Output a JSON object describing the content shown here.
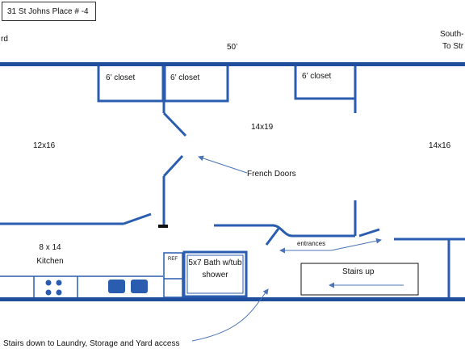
{
  "title": "31 St Johns Place # -4",
  "top_left_fragment": "rd",
  "top_right_fragment_1": "South-",
  "top_right_fragment_2": "To Str",
  "width_dimension": "50’",
  "closets": [
    "6’ closet",
    "6’ closet",
    "6’ closet"
  ],
  "rooms": {
    "left": "12x16",
    "center": "14x19",
    "right": "14x16",
    "kitchen_size": "8 x 14",
    "kitchen_name": "Kitchen"
  },
  "french_doors": "French Doors",
  "entrances": "entrances",
  "ref": "REF",
  "bath_line1": "5x7 Bath w/tub",
  "bath_line2": "shower",
  "stairs_up": "Stairs up",
  "stairs_down": "Stairs down to Laundry, Storage and Yard access",
  "colors": {
    "wall": "#1f4e9c",
    "wall_light": "#3d6fc0",
    "annotation": "#4a73b8",
    "door_dark": "#111111"
  }
}
